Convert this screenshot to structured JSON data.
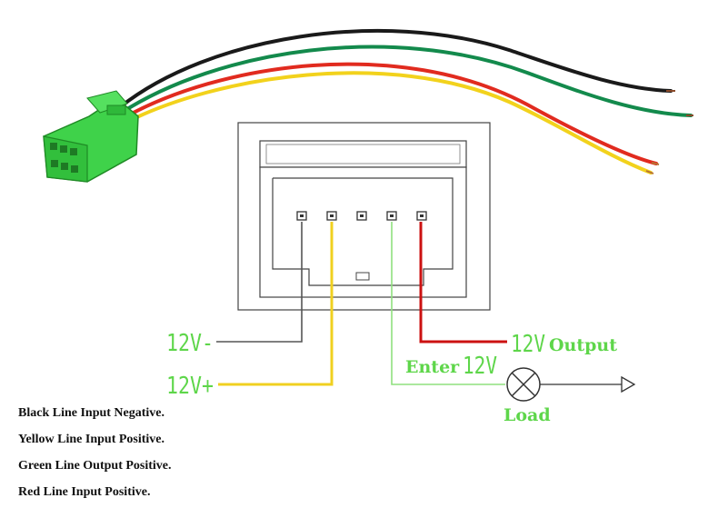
{
  "labels": {
    "neg": "12V-",
    "pos": "12V+",
    "out_v": "12V",
    "out_word": "Output",
    "enter_word": "Enter",
    "enter_v": "12V",
    "load": "Load"
  },
  "notes": [
    "Black Line Input Negative.",
    "Yellow Line Input Positive.",
    "Green Line Output Positive.",
    "Red Line Input Positive."
  ],
  "colors": {
    "black_wire": "#1a1a1a",
    "yellow_wire": "#f2d21c",
    "green_wire": "#138a4c",
    "red_wire": "#e12b1f",
    "connector": "#3fd24a",
    "label_green": "#5ed64a",
    "line_black": "#555555",
    "line_yellow": "#f0d020",
    "line_green": "#8fe07f",
    "line_red": "#cc1111"
  },
  "icons": [
    "green-connector-plug",
    "lamp-load-icon",
    "arrow-output-icon"
  ]
}
